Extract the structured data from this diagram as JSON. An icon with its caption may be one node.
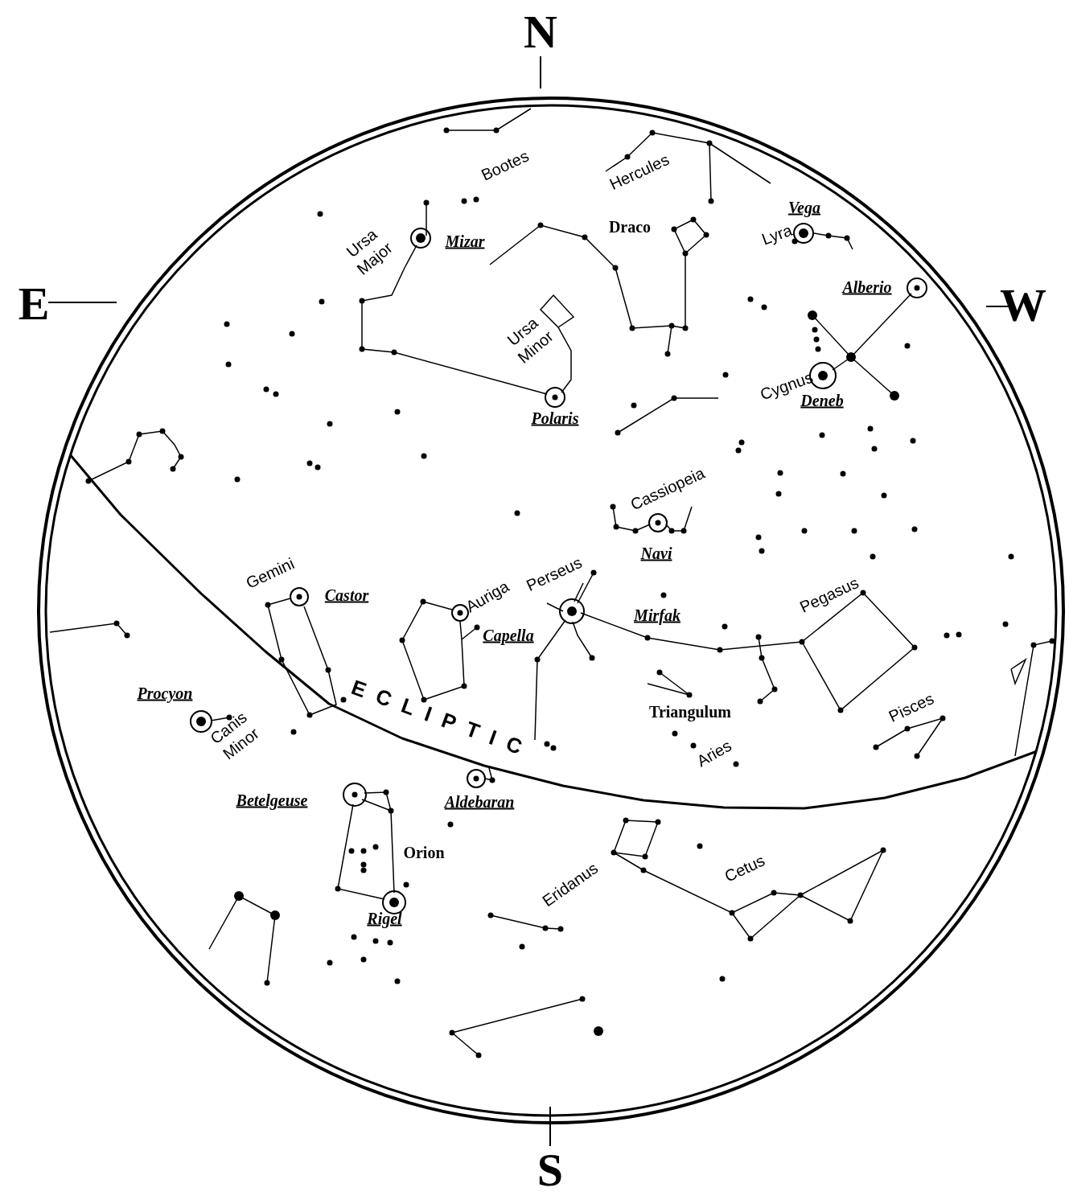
{
  "diagram": {
    "labels": [
      "N",
      "Bootes",
      "Hercules",
      "Vega",
      "Ursa Major",
      "Mizar",
      "Draco",
      "Lyra",
      "E",
      "Alberio",
      "W",
      "Ursa Minor",
      "Cygnus",
      "Deneb",
      "Polaris",
      "Cassiopeia",
      "Navi",
      "Gemini",
      "Castor",
      "Auriga",
      "Perseus",
      "Mirfak",
      "Pegasus",
      "Capella",
      "Procyon",
      "ECLIPTIC",
      "Triangulum",
      "Pisces",
      "Canis Minor",
      "Aries",
      "Betelgeuse",
      "Aldebaran",
      "Orion",
      "Eridanus",
      "Cetus",
      "Rigel",
      "S"
    ]
  }
}
